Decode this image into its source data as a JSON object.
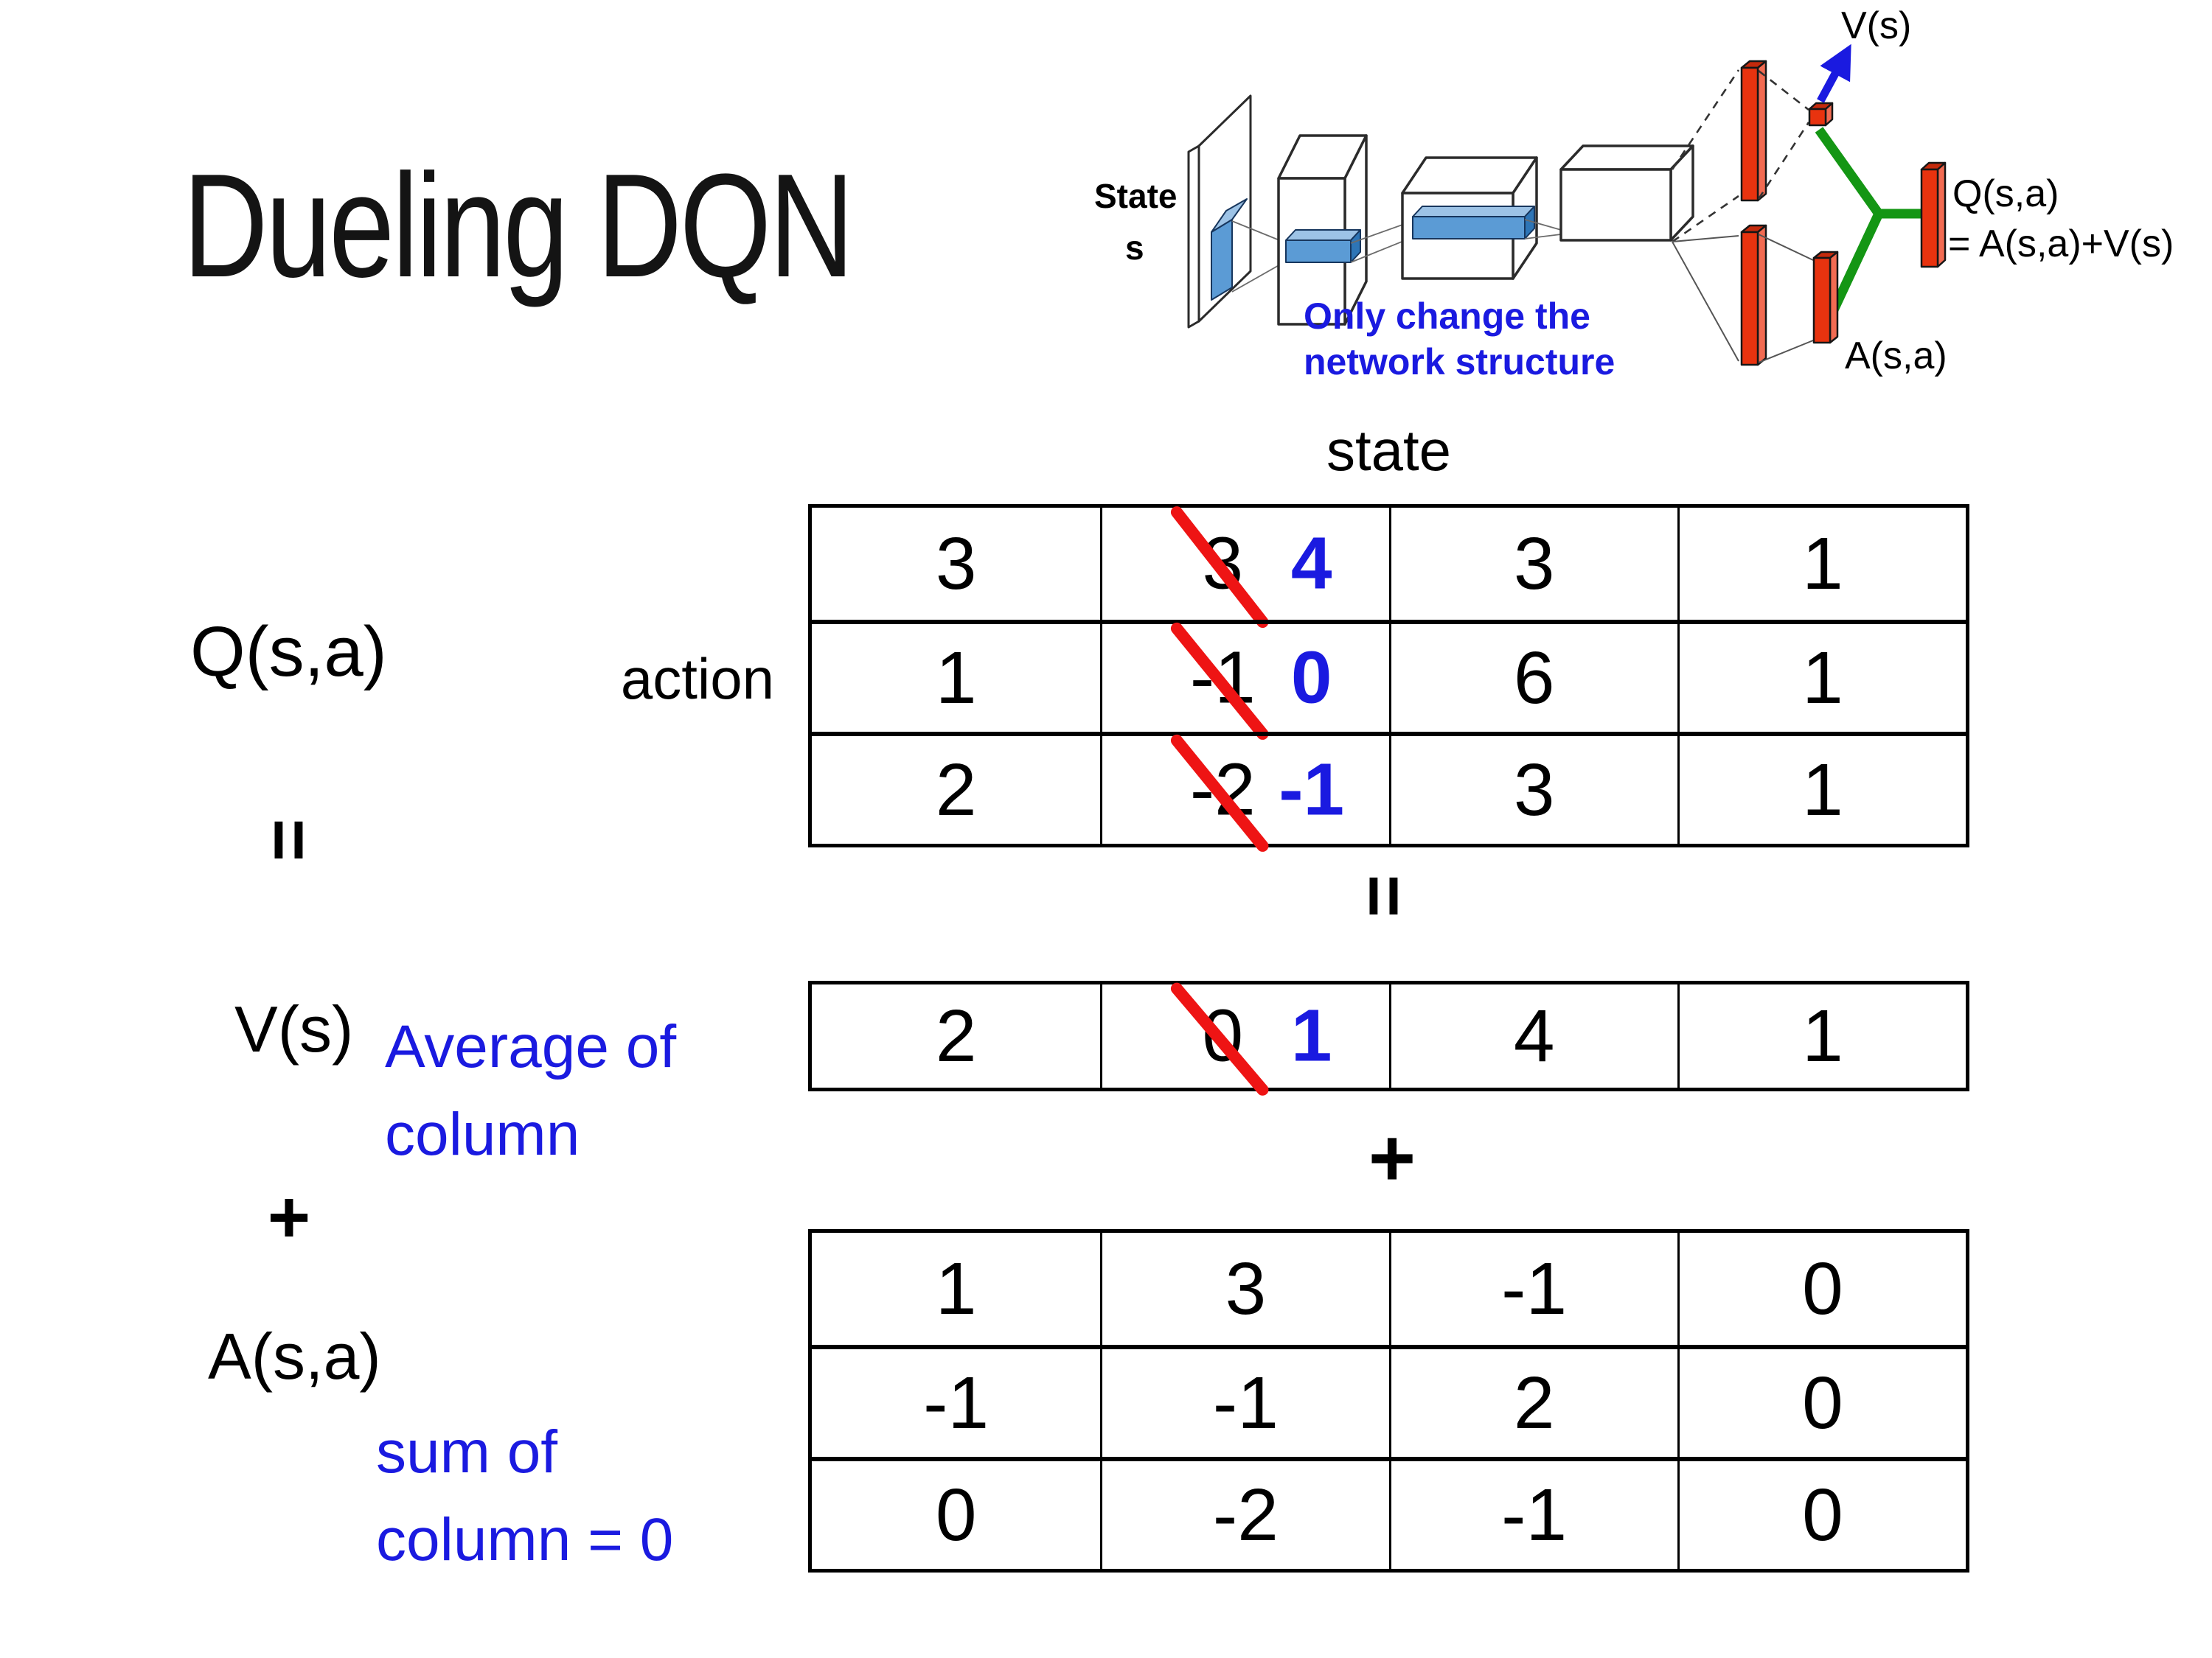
{
  "title": "Dueling DQN",
  "colors": {
    "accent_blue": "#1a1ae0",
    "strike_red": "#ee1414",
    "bar_red": "#e8330f",
    "link_green": "#149614",
    "conv_blue": "#5b9bd5"
  },
  "diagram": {
    "state_line1": "State",
    "state_line2": "s",
    "v_output": "V(s)",
    "q_output_line1": "Q(s,a)",
    "q_output_line2": "= A(s,a)+V(s)",
    "a_output": "A(s,a)",
    "note_line1": "Only change the",
    "note_line2": "network structure"
  },
  "equation": {
    "q_label": "Q(s,a)",
    "equals_left": "=",
    "v_label": "V(s)",
    "plus_left": "+",
    "a_label": "A(s,a)",
    "state_header": "state",
    "action_header": "action",
    "equals_center": "=",
    "plus_center": "+",
    "avg_note_line1": "Average of",
    "avg_note_line2": "column",
    "sum_note_line1": "sum of",
    "sum_note_line2": "column = 0"
  },
  "q_table": {
    "rows": [
      {
        "c0": "3",
        "c1_old": "3",
        "c1_new": "4",
        "c2": "3",
        "c3": "1"
      },
      {
        "c0": "1",
        "c1_old": "-1",
        "c1_new": "0",
        "c2": "6",
        "c3": "1"
      },
      {
        "c0": "2",
        "c1_old": "-2",
        "c1_new": "-1",
        "c2": "3",
        "c3": "1"
      }
    ]
  },
  "v_table": {
    "row": {
      "c0": "2",
      "c1_old": "0",
      "c1_new": "1",
      "c2": "4",
      "c3": "1"
    }
  },
  "a_table": {
    "rows": [
      {
        "c0": "1",
        "c1": "3",
        "c2": "-1",
        "c3": "0"
      },
      {
        "c0": "-1",
        "c1": "-1",
        "c2": "2",
        "c3": "0"
      },
      {
        "c0": "0",
        "c1": "-2",
        "c2": "-1",
        "c3": "0"
      }
    ]
  }
}
